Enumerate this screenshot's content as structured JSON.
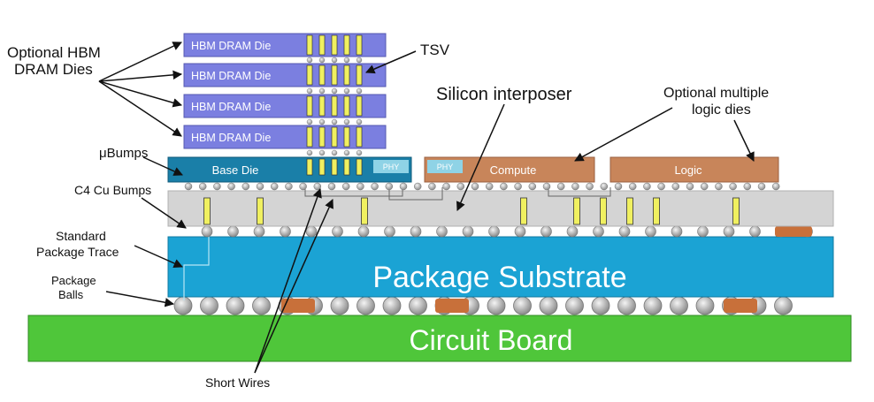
{
  "labels": {
    "hbm_callout": "Optional HBM\nDRAM Dies",
    "tsv": "TSV",
    "silicon_interposer": "Silicon interposer",
    "logic_dies_callout": "Optional multiple\nlogic dies",
    "ubumps": "μBumps",
    "c4_bumps": "C4 Cu Bumps",
    "package_trace": "Standard\nPackage Trace",
    "package_balls": "Package\nBalls",
    "short_wires": "Short Wires"
  },
  "blocks": {
    "hbm_dies": [
      "HBM DRAM Die",
      "HBM DRAM Die",
      "HBM DRAM Die",
      "HBM DRAM Die"
    ],
    "base_die": "Base Die",
    "phy_left": "PHY",
    "phy_right": "PHY",
    "compute": "Compute",
    "logic": "Logic",
    "package_substrate": "Package Substrate",
    "circuit_board": "Circuit Board"
  },
  "colors": {
    "hbm_fill": "#7b7fe0",
    "base_die_fill": "#1a7fa8",
    "phy_fill": "#8fd3e6",
    "compute_fill": "#c8855a",
    "interposer_fill": "#d4d4d4",
    "substrate_fill": "#1ba3d4",
    "board_fill": "#4fc63a",
    "tsv_fill": "#f0f060",
    "ball_fill": "#bdbdbd"
  }
}
